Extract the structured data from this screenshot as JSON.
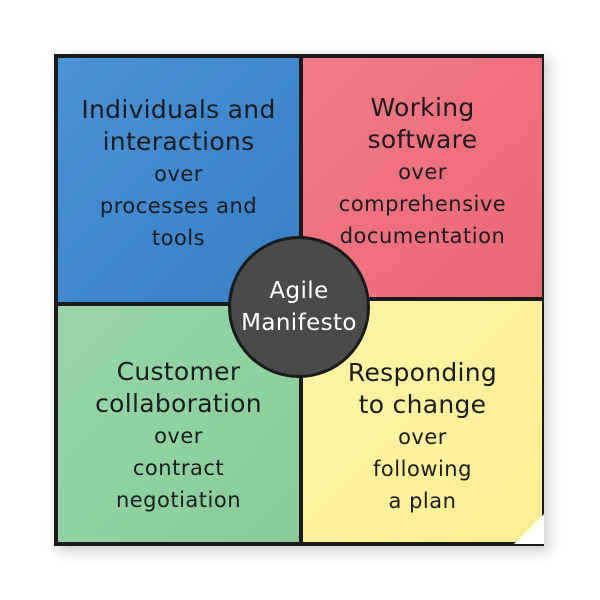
{
  "colors": {
    "individuals": "#3f86cc",
    "working": "#ef6f7d",
    "customer": "#8dd19f",
    "responding": "#fcf29c",
    "center": "#4a4a4a"
  },
  "quadrants": {
    "individuals": {
      "title_lines": [
        "Individuals and",
        "interactions"
      ],
      "sub_lines": [
        "over",
        "processes and",
        "tools"
      ]
    },
    "working": {
      "title_lines": [
        "Working",
        "software"
      ],
      "sub_lines": [
        "over",
        "comprehensive",
        "documentation"
      ]
    },
    "customer": {
      "title_lines": [
        "Customer",
        "collaboration"
      ],
      "sub_lines": [
        "over",
        "contract",
        "negotiation"
      ]
    },
    "responding": {
      "title_lines": [
        "Responding",
        "to change"
      ],
      "sub_lines": [
        "over",
        "following",
        "a plan"
      ]
    }
  },
  "center": {
    "lines": [
      "Agile",
      "Manifesto"
    ]
  }
}
